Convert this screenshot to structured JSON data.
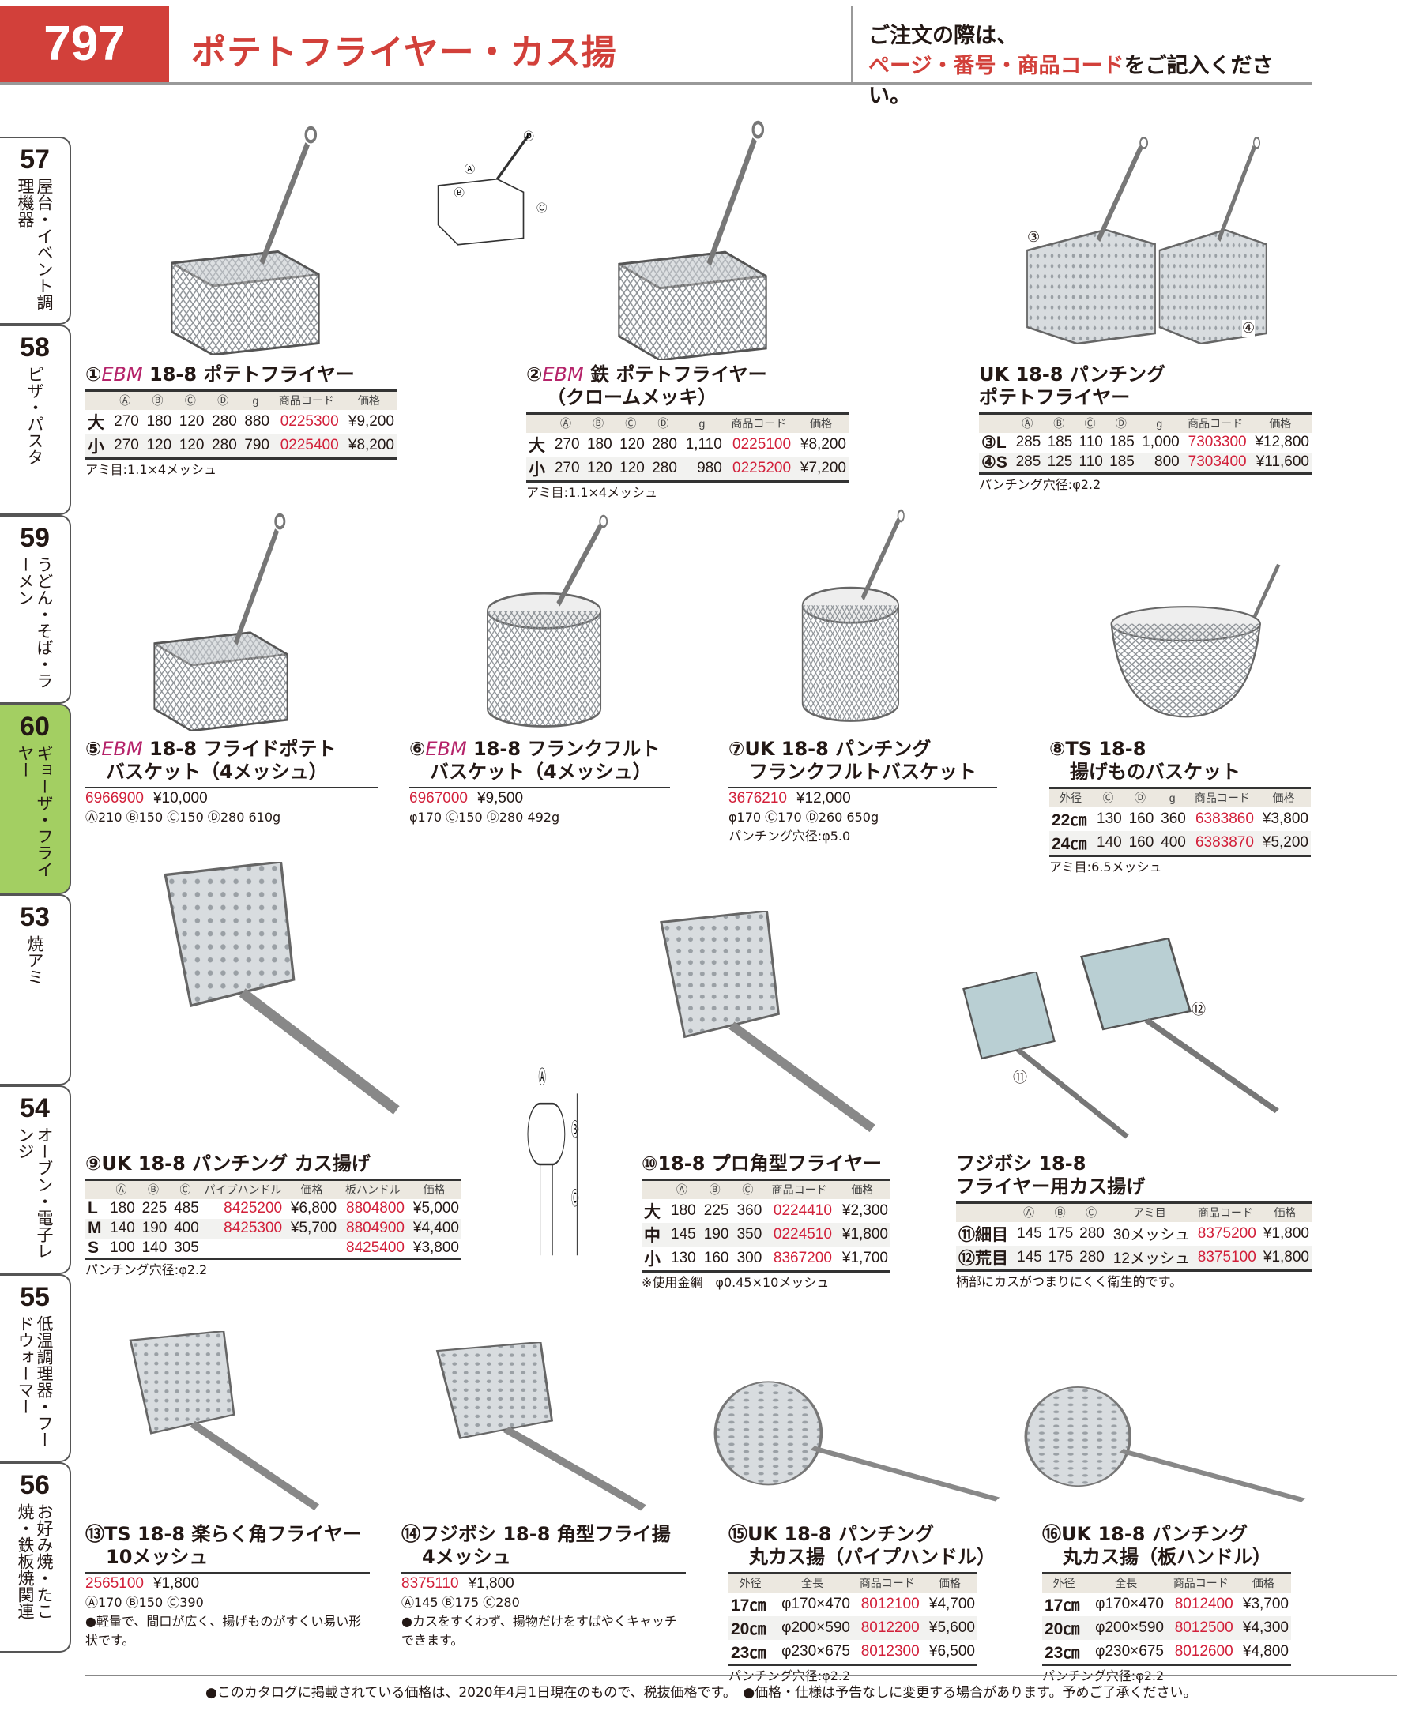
{
  "header": {
    "page_number": "797",
    "title": "ポテトフライヤー・カス揚",
    "note_line1": "ご注文の際は、",
    "note_red": "ページ・番号・商品コード",
    "note_rest": "をご記入ください。"
  },
  "side_tabs": [
    {
      "num": "57",
      "label": "屋台・イベント調理機器"
    },
    {
      "num": "58",
      "label": "ピザ・パスタ"
    },
    {
      "num": "59",
      "label": "うどん・そば・ラーメン"
    },
    {
      "num": "60",
      "label": "ギョーザ・フライヤー",
      "active": true
    },
    {
      "num": "53",
      "label": "焼アミ"
    },
    {
      "num": "54",
      "label": "オーブン・電子レンジ"
    },
    {
      "num": "55",
      "label": "低温調理器・フードウォーマー"
    },
    {
      "num": "56",
      "label": "お好み焼・たこ焼・鉄板焼関連"
    }
  ],
  "image_labels": {
    "n3": "③",
    "n4": "④",
    "n11": "⑪",
    "n12": "⑫",
    "a": "Ⓐ",
    "b": "Ⓑ",
    "c": "Ⓒ",
    "d": "Ⓓ"
  },
  "items": [
    {
      "num": "①",
      "brand": "EBM",
      "title": [
        "18-8 ポテトフライヤー"
      ],
      "table": {
        "headers": [
          "",
          "Ⓐ",
          "Ⓑ",
          "Ⓒ",
          "Ⓓ",
          "g",
          "商品コード",
          "価格"
        ],
        "code_col": 6,
        "rows": [
          [
            "大",
            "270",
            "180",
            "120",
            "280",
            "880",
            "0225300",
            "¥9,200"
          ],
          [
            "小",
            "270",
            "120",
            "120",
            "280",
            "790",
            "0225400",
            "¥8,200"
          ]
        ]
      },
      "notes": [
        "アミ目:1.1×4メッシュ"
      ]
    },
    {
      "num": "②",
      "brand": "EBM",
      "title": [
        "鉄 ポテトフライヤー",
        "（クロームメッキ）"
      ],
      "table": {
        "headers": [
          "",
          "Ⓐ",
          "Ⓑ",
          "Ⓒ",
          "Ⓓ",
          "g",
          "商品コード",
          "価格"
        ],
        "code_col": 6,
        "rows": [
          [
            "大",
            "270",
            "180",
            "120",
            "280",
            "1,110",
            "0225100",
            "¥8,200"
          ],
          [
            "小",
            "270",
            "120",
            "120",
            "280",
            "980",
            "0225200",
            "¥7,200"
          ]
        ]
      },
      "notes": [
        "アミ目:1.1×4メッシュ"
      ]
    },
    {
      "num": "",
      "brand": "",
      "title": [
        "UK 18-8 パンチング",
        "ポテトフライヤー"
      ],
      "table": {
        "headers": [
          "",
          "Ⓐ",
          "Ⓑ",
          "Ⓒ",
          "Ⓓ",
          "g",
          "商品コード",
          "価格"
        ],
        "code_col": 6,
        "rows": [
          [
            "③L",
            "285",
            "185",
            "110",
            "185",
            "1,000",
            "7303300",
            "¥12,800"
          ],
          [
            "④S",
            "285",
            "125",
            "110",
            "185",
            "800",
            "7303400",
            "¥11,600"
          ]
        ]
      },
      "notes": [
        "パンチング穴径:φ2.2"
      ]
    },
    {
      "num": "⑤",
      "brand": "EBM",
      "title": [
        "18-8 フライドポテト",
        "バスケット（4メッシュ）"
      ],
      "code": "6966900",
      "price": "¥10,000",
      "notes": [
        "Ⓐ210 Ⓑ150 Ⓒ150 Ⓓ280 610g"
      ]
    },
    {
      "num": "⑥",
      "brand": "EBM",
      "title": [
        "18-8 フランクフルト",
        "バスケット（4メッシュ）"
      ],
      "code": "6967000",
      "price": "¥9,500",
      "notes": [
        "φ170 Ⓒ150 Ⓓ280 492g"
      ]
    },
    {
      "num": "⑦",
      "brand": "",
      "title": [
        "UK 18-8 パンチング",
        "フランクフルトバスケット"
      ],
      "code": "3676210",
      "price": "¥12,000",
      "notes": [
        "φ170 Ⓒ170 Ⓓ260 650g",
        "パンチング穴径:φ5.0"
      ]
    },
    {
      "num": "⑧",
      "brand": "",
      "title": [
        "TS 18-8",
        "揚げものバスケット"
      ],
      "table": {
        "headers": [
          "外径",
          "Ⓒ",
          "Ⓓ",
          "g",
          "商品コード",
          "価格"
        ],
        "code_col": 4,
        "rows": [
          [
            "22㎝",
            "130",
            "160",
            "360",
            "6383860",
            "¥3,800"
          ],
          [
            "24㎝",
            "140",
            "160",
            "400",
            "6383870",
            "¥5,200"
          ]
        ]
      },
      "notes": [
        "アミ目:6.5メッシュ"
      ]
    },
    {
      "num": "⑨",
      "brand": "",
      "title": [
        "UK 18-8 パンチング カス揚げ"
      ],
      "table": {
        "headers": [
          "",
          "Ⓐ",
          "Ⓑ",
          "Ⓒ",
          "パイプハンドル",
          "価格",
          "板ハンドル",
          "価格"
        ],
        "code_col": [
          4,
          6
        ],
        "rows": [
          [
            "L",
            "180",
            "225",
            "485",
            "8425200",
            "¥6,800",
            "8804800",
            "¥5,000"
          ],
          [
            "M",
            "140",
            "190",
            "400",
            "8425300",
            "¥5,700",
            "8804900",
            "¥4,400"
          ],
          [
            "S",
            "100",
            "140",
            "305",
            "",
            "",
            "8425400",
            "¥3,800"
          ]
        ]
      },
      "notes": [
        "パンチング穴径:φ2.2"
      ]
    },
    {
      "num": "⑩",
      "brand": "",
      "title": [
        "18-8 プロ角型フライヤー"
      ],
      "table": {
        "headers": [
          "",
          "Ⓐ",
          "Ⓑ",
          "Ⓒ",
          "商品コード",
          "価格"
        ],
        "code_col": 4,
        "rows": [
          [
            "大",
            "180",
            "225",
            "360",
            "0224410",
            "¥2,300"
          ],
          [
            "中",
            "145",
            "190",
            "350",
            "0224510",
            "¥1,800"
          ],
          [
            "小",
            "130",
            "160",
            "300",
            "8367200",
            "¥1,700"
          ]
        ]
      },
      "notes": [
        "※使用金網　φ0.45×10メッシュ"
      ]
    },
    {
      "num": "",
      "brand": "",
      "title": [
        "フジボシ 18-8",
        "フライヤー用カス揚げ"
      ],
      "table": {
        "headers": [
          "",
          "Ⓐ",
          "Ⓑ",
          "Ⓒ",
          "アミ目",
          "商品コード",
          "価格"
        ],
        "code_col": 5,
        "rows": [
          [
            "⑪細目",
            "145",
            "175",
            "280",
            "30メッシュ",
            "8375200",
            "¥1,800"
          ],
          [
            "⑫荒目",
            "145",
            "175",
            "280",
            "12メッシュ",
            "8375100",
            "¥1,800"
          ]
        ]
      },
      "notes": [
        "柄部にカスがつまりにくく衛生的です。"
      ]
    },
    {
      "num": "⑬",
      "brand": "",
      "title": [
        "TS 18-8 楽らく角フライヤー",
        "10メッシュ"
      ],
      "code": "2565100",
      "price": "¥1,800",
      "notes": [
        "Ⓐ170 Ⓑ150 Ⓒ390",
        "●軽量で、間口が広く、揚げものがすくい易い形",
        "状です。"
      ]
    },
    {
      "num": "⑭",
      "brand": "",
      "title": [
        "フジボシ 18-8 角型フライ揚",
        "4メッシュ"
      ],
      "code": "8375110",
      "price": "¥1,800",
      "notes": [
        "Ⓐ145 Ⓑ175 Ⓒ280",
        "●カスをすくわず、揚物だけをすばやくキャッチ",
        "できます。"
      ]
    },
    {
      "num": "⑮",
      "brand": "",
      "title": [
        "UK 18-8 パンチング",
        "丸カス揚（パイプハンドル）"
      ],
      "table": {
        "headers": [
          "外径",
          "全長",
          "商品コード",
          "価格"
        ],
        "code_col": 2,
        "rows": [
          [
            "17㎝",
            "φ170×470",
            "8012100",
            "¥4,700"
          ],
          [
            "20㎝",
            "φ200×590",
            "8012200",
            "¥5,600"
          ],
          [
            "23㎝",
            "φ230×675",
            "8012300",
            "¥6,500"
          ]
        ]
      },
      "notes": [
        "パンチング穴径:φ2.2"
      ]
    },
    {
      "num": "⑯",
      "brand": "",
      "title": [
        "UK 18-8 パンチング",
        "丸カス揚（板ハンドル）"
      ],
      "table": {
        "headers": [
          "外径",
          "全長",
          "商品コード",
          "価格"
        ],
        "code_col": 2,
        "rows": [
          [
            "17㎝",
            "φ170×470",
            "8012400",
            "¥3,700"
          ],
          [
            "20㎝",
            "φ200×590",
            "8012500",
            "¥4,300"
          ],
          [
            "23㎝",
            "φ230×675",
            "8012600",
            "¥4,800"
          ]
        ]
      },
      "notes": [
        "パンチング穴径:φ2.2"
      ]
    }
  ],
  "footer": "●このカタログに掲載されている価格は、2020年4月1日現在のもので、税抜価格です。　●価格・仕様は予告なしに変更する場合があります。予めご了承ください。"
}
